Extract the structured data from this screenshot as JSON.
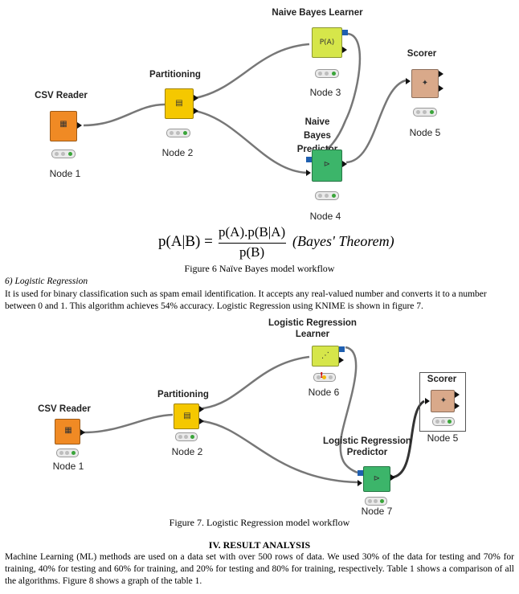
{
  "fig6": {
    "nodes": [
      {
        "name": "CSV Reader",
        "id": "Node 1"
      },
      {
        "name": "Partitioning",
        "id": "Node 2"
      },
      {
        "name": "Naive Bayes Learner",
        "id": "Node 3",
        "icon_text": "P(A)"
      },
      {
        "name": "Naive Bayes Predictor",
        "id": "Node 4"
      },
      {
        "name": "Scorer",
        "id": "Node 5"
      }
    ],
    "formula": {
      "lhs": "p(A|B) =",
      "numerator": "p(A).p(B|A)",
      "denominator": "p(B)",
      "note": "(Bayes' Theorem)"
    },
    "caption": "Figure 6 Naïve Bayes model workflow"
  },
  "section6": {
    "title": "6)    Logistic Regression",
    "text": "It is used for binary classification such as spam email identification. It accepts any real-valued number and converts it to a number between 0 and 1. This algorithm achieves 54% accuracy. Logistic Regression using KNIME is shown in figure 7."
  },
  "fig7": {
    "nodes": [
      {
        "name": "CSV Reader",
        "id": "Node 1"
      },
      {
        "name": "Partitioning",
        "id": "Node 2"
      },
      {
        "name": "Logistic Regression Learner",
        "id": "Node 6"
      },
      {
        "name": "Logistic Regression Predictor",
        "id": "Node 7"
      },
      {
        "name": "Scorer",
        "id": "Node 5"
      }
    ],
    "caption": "Figure 7. Logistic Regression model workflow"
  },
  "section4": {
    "heading": "IV.        RESULT ANALYSIS",
    "text": "Machine Learning (ML) methods are used on a data set with over 500 rows of data. We used 30% of the data for testing and 70% for training, 40% for testing and 60% for training, and 20% for testing and 80% for training, respectively. Table 1 shows a comparison of all the algorithms. Figure 8 shows a graph of the table 1."
  },
  "colors": {
    "csv": "#f08a24",
    "partition": "#f5c800",
    "learner": "#d6e64a",
    "predictor": "#3cb56a",
    "scorer": "#d9a98a"
  }
}
